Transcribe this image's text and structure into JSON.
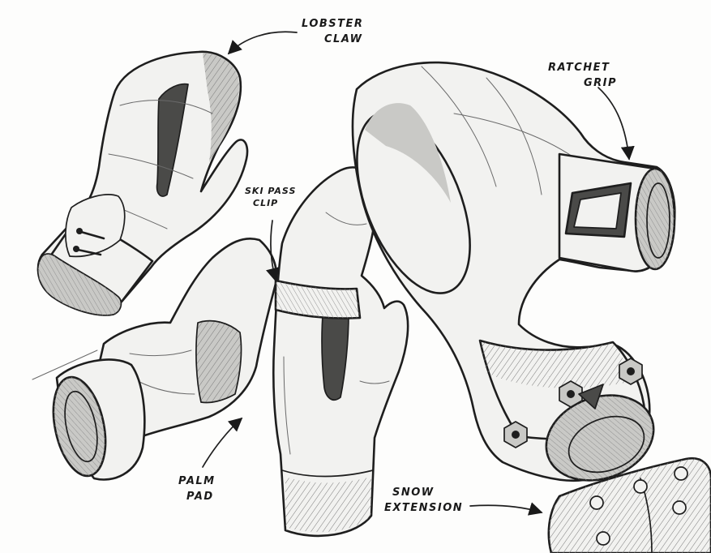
{
  "labels": {
    "lobster_claw": {
      "line1": "LOBSTER",
      "line2": "CLAW"
    },
    "ratchet_grip": {
      "line1": "RATCHET",
      "line2": "GRIP"
    },
    "ski_pass_clip": {
      "line1": "SKI PASS",
      "line2": "CLIP"
    },
    "palm_pad": {
      "line1": "PALM",
      "line2": "PAD"
    },
    "snow_extension": {
      "line1": "SNOW",
      "line2": "EXTENSION"
    }
  },
  "colors": {
    "paper": "#fdfdfc",
    "ink": "#1e1e1e",
    "shade": "#c9c9c6"
  }
}
